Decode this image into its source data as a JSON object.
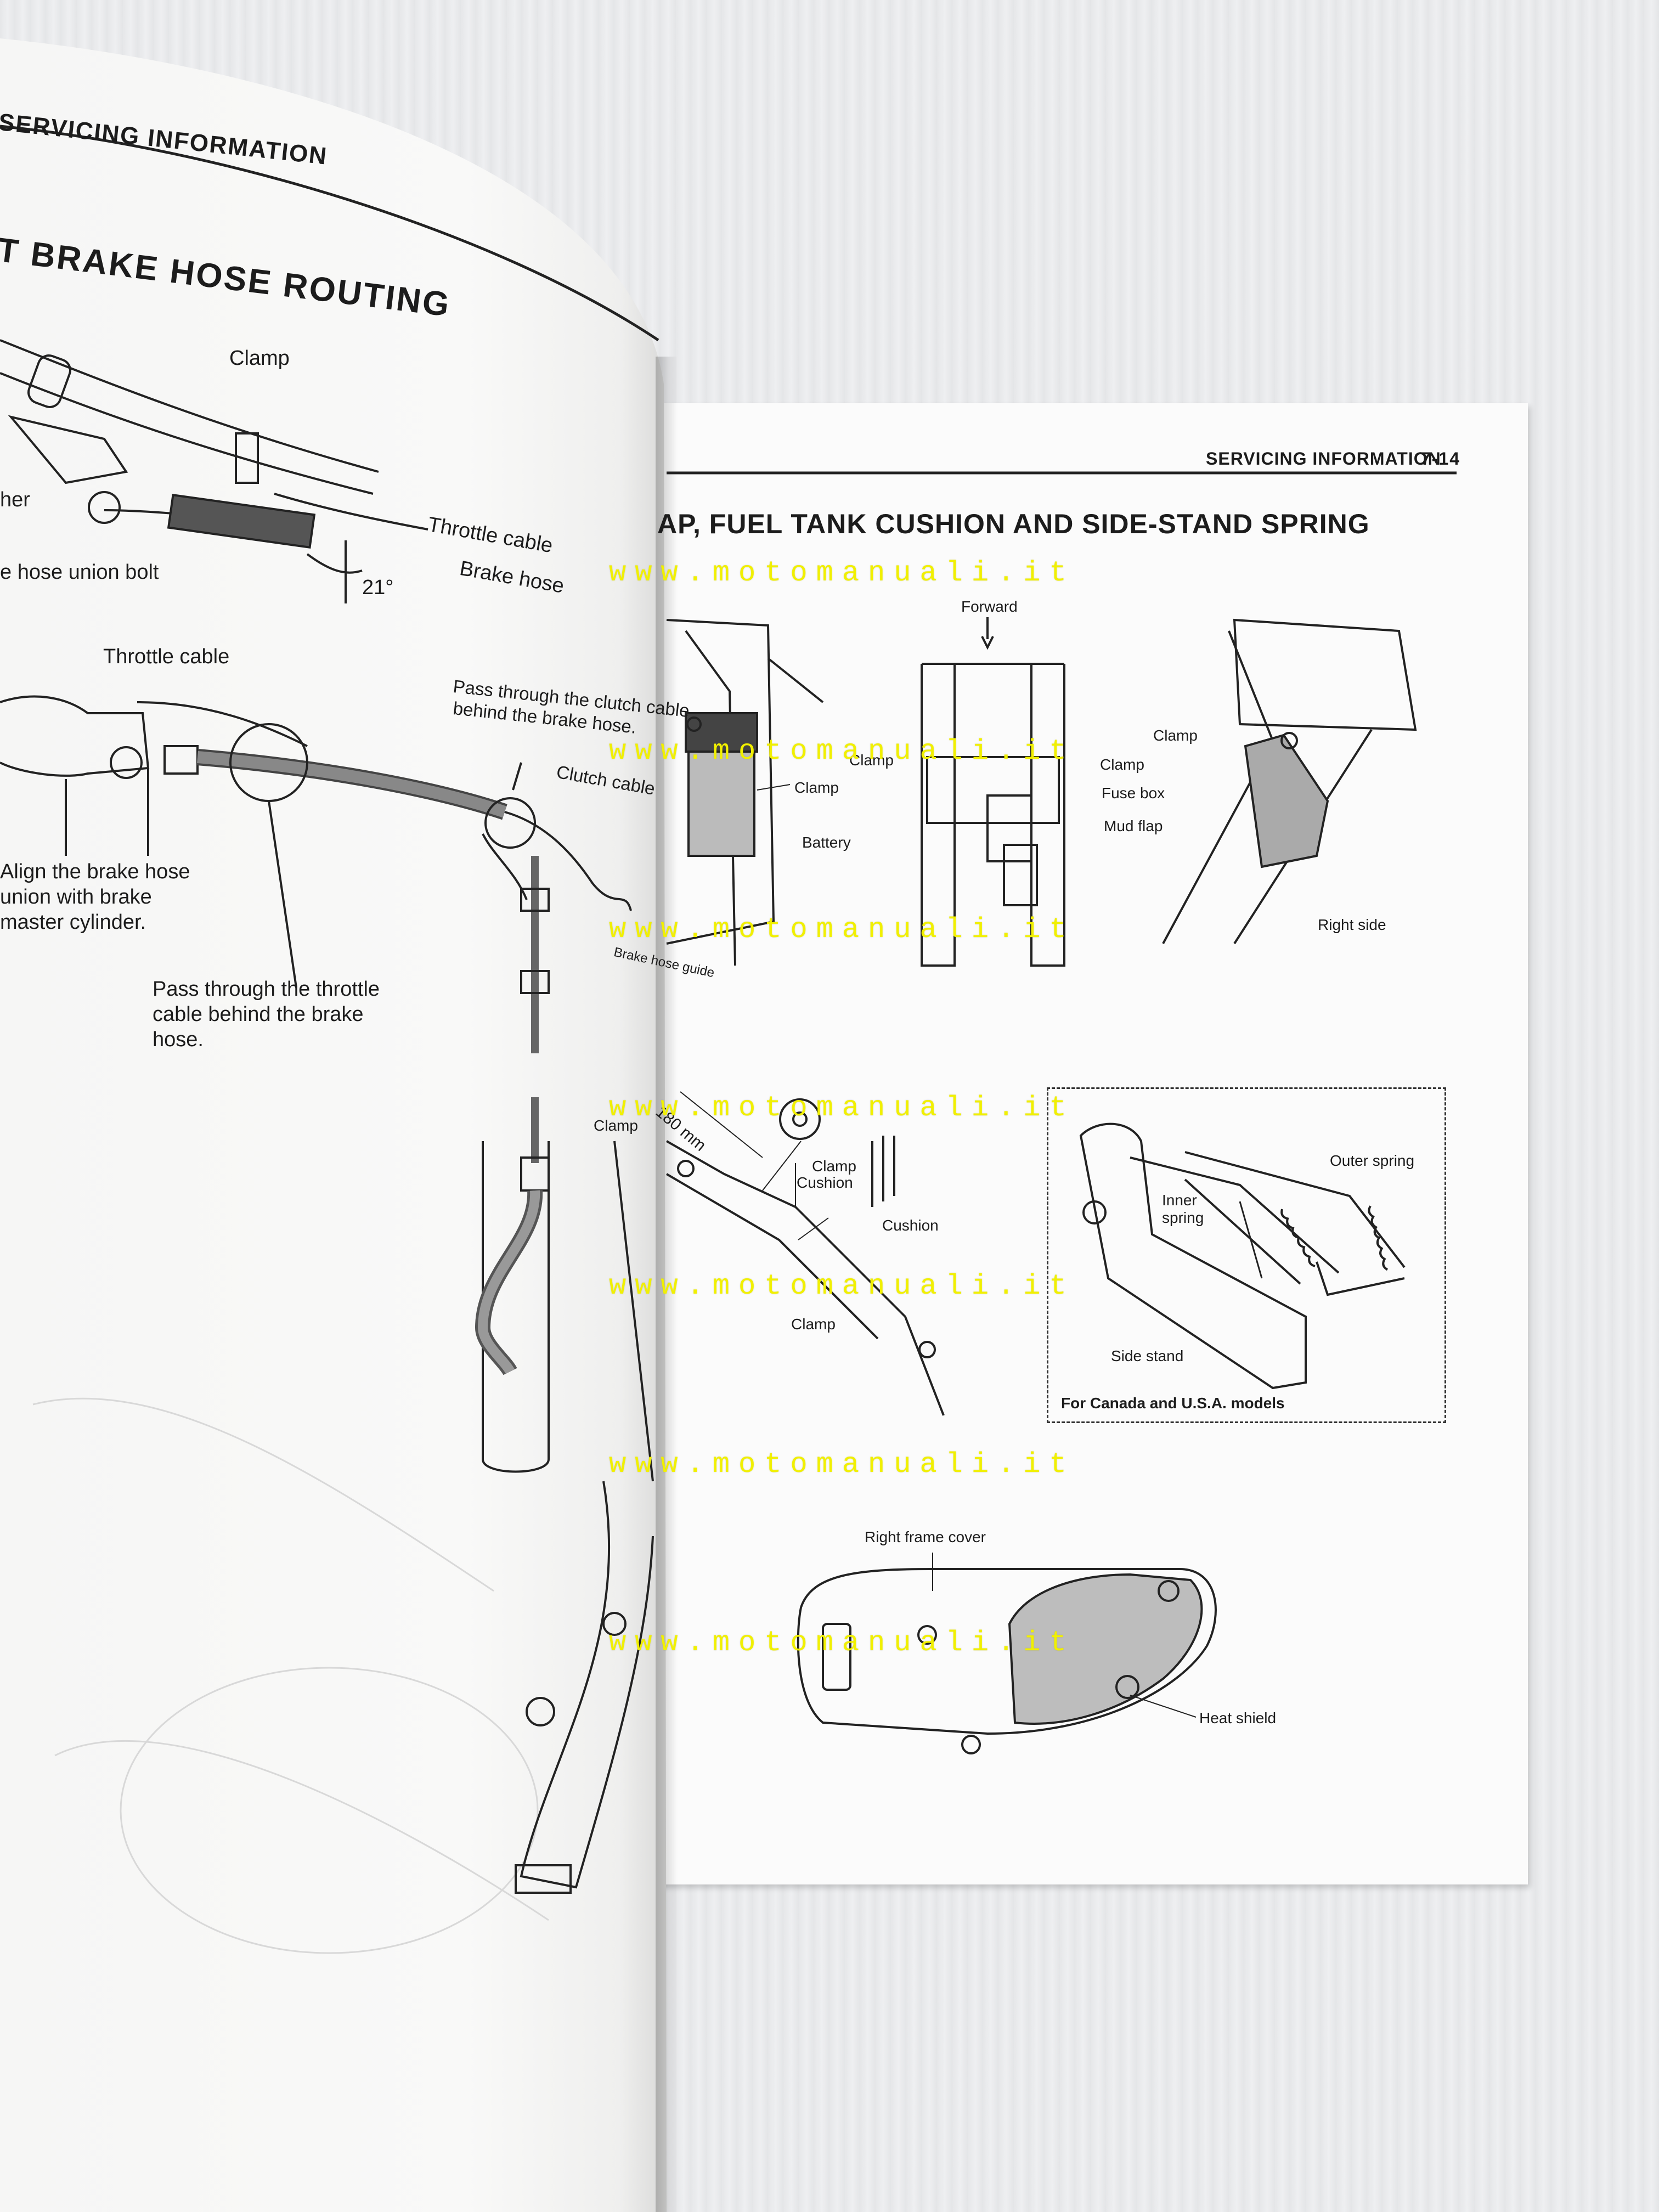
{
  "left_page": {
    "header": "SERVICING INFORMATION",
    "title": "T BRAKE HOSE ROUTING",
    "labels": {
      "clamp_top": "Clamp",
      "washer": "her",
      "throttle_cable_top": "Throttle cable",
      "brake_hose": "Brake hose",
      "union_bolt": "e hose union bolt",
      "angle": "21°",
      "throttle_cable": "Throttle cable",
      "pass_clutch_1": "Pass through the clutch cable",
      "pass_clutch_2": "behind the brake hose.",
      "clutch_cable": "Clutch cable",
      "align_1": "Align the brake hose",
      "align_2": "union with brake",
      "align_3": "master cylinder.",
      "brake_hose_guide": "Brake hose guide",
      "pass_throttle_1": "Pass through the throttle",
      "pass_throttle_2": "cable behind the brake",
      "pass_throttle_3": "hose.",
      "clamp_lower": "Clamp"
    }
  },
  "right_page": {
    "header": "SERVICING INFORMATION",
    "page_number": "7-14",
    "title": "AP, FUEL TANK CUSHION AND SIDE-STAND SPRING",
    "labels": {
      "forward": "Forward",
      "clamp_1": "Clamp",
      "battery": "Battery",
      "clamp_2": "Clamp",
      "clamp_3": "Clamp",
      "fuse_box": "Fuse box",
      "mud_flap": "Mud flap",
      "clamp_4": "Clamp",
      "right_side": "Right side",
      "dim": "180 mm",
      "clamp_5": "Clamp",
      "cushion_1": "Cushion",
      "cushion_2": "Cushion",
      "clamp_6": "Clamp",
      "outer_spring": "Outer spring",
      "inner_spring_1": "Inner",
      "inner_spring_2": "spring",
      "side_stand": "Side stand",
      "canada_note": "For Canada and U.S.A. models",
      "section2_title": "IELD ADHERING",
      "right_frame_cover": "Right frame cover",
      "heat_shield": "Heat shield"
    }
  },
  "watermark": "www.motomanuali.it",
  "colors": {
    "watermark": "#f1f000",
    "ink": "#1c1c1c",
    "page": "#fbfbfb"
  }
}
